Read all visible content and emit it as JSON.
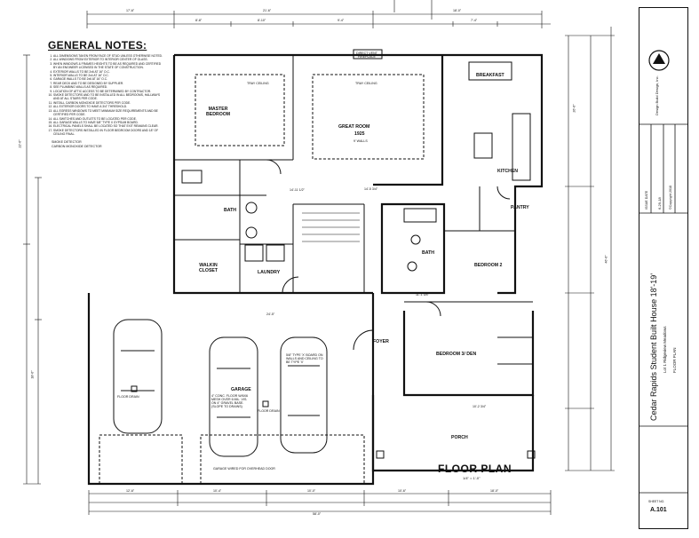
{
  "notes": {
    "title": "GENERAL NOTES:",
    "items": [
      "ALL DIMENSIONS TAKEN FROM FACE OF STUD UNLESS OTHERWISE NOTED.",
      "ALL WINDOWS FROM EXTERIOR TO INTERIOR CENTER OF GLASS.",
      "WHEN WINDOWS & FRAMES HEIGHTS TO BE AS REQUIRED AND CERTIFIED BY AN ENGINEER LICENSED IN THE STATE OF CONSTRUCTION.",
      "EXTERIOR WALLS TO BE 2x6 AT 16\" O.C.",
      "INTERIOR WALLS TO BE 2x4 AT 16\" O.C.",
      "GARAGE WALLS TO BE 2x6 AT 16\" O.C.",
      "REAR DECK AND TO BE DESIGNED BY SUPPLIER.",
      "SEE PLUMBING WALLS AS REQUIRED.",
      "LOCATION OF ATTIC ACCESS TO BE DETERMINED BY CONTRACTOR.",
      "SMOKE DETECTORS AND TO BE INSTALLED IN ALL BEDROOMS, HALLWAYS AND AT ALL STAIRS PER CODE.",
      "INSTALL CARBON MONOXIDE DETECTORS PER CODE.",
      "ALL EXTERIOR DOORS TO HAVE A 3/4\" THRESHOLD.",
      "ALL EGRESS WINDOWS TO MEET MINIMUM SIZE REQUIREMENTS AND BE CERTIFIED PER CODE.",
      "ALL SWITCHES AND OUTLETS TO BE LOCATED PER CODE.",
      "ALL GARAGE WALLS TO HAVE 5/8\" TYPE X GYPSUM BOARD.",
      "ELECTRICAL PANELS SHALL BE LOCATED SO THAT EXIT REMAINS CLEAR.",
      "SMOKE DETECTORS INSTALLED IN FLOOR BEDROOM DOORS AND 18\" OF CEILING FINAL."
    ],
    "legend_1": "SMOKE DETECTOR",
    "legend_2": "CARBON MONOXIDE DETECTOR"
  },
  "rooms": {
    "master": "MASTER\nBEDROOM",
    "great_room": "GREAT ROOM",
    "great_room_area": "1925",
    "walls": "9' WALLS",
    "breakfast": "BREAKFAST",
    "kitchen": "KITCHEN",
    "pantry": "PANTRY",
    "bath1": "BATH",
    "bath2": "BATH",
    "walkin": "WALKIN\nCLOSET",
    "laundry": "LAUNDRY",
    "bedroom2": "BEDROOM 2",
    "bedroom3": "BEDROOM 3/ DEN",
    "foyer": "FOYER",
    "garage": "GARAGE",
    "porch": "PORCH",
    "fireplace": "DIRECT VENT\nFIREPLACE",
    "tray1": "TRAY CEILING",
    "tray2": "TRAY CEILING",
    "floor_drain1": "FLOOR DRAIN",
    "floor_drain2": "FLOOR DRAIN",
    "gar_note": "4\" CONC. FLOOR W/6X6\nMESH OVER 6 MIL. VIS.\nON 4\" GRAVEL BASE.\n(SLOPE TO DRAINS)",
    "door_note": "GARAGE WIRED FOR OVERHEAD DOOR",
    "sheet_note": "5/8\" TYPE 'X' BOARD ON\nWALLS AND CEILING TO\nBE TYPE 'X'"
  },
  "dims": {
    "top_1": "17'-6\"",
    "top_2": "21'-6\"",
    "top_3": "18'-0\"",
    "top_a": "8'-8\"",
    "top_b": "8'-10\"",
    "top_c": "9'-4\"",
    "top_d": "7'-4\"",
    "bottom_1": "12'-6\"",
    "bottom_2": "10'-4\"",
    "bottom_3": "10'-0\"",
    "bottom_4": "10'-6\"",
    "bottom_5": "18'-0\"",
    "bottom_total": "58'-0\"",
    "left_1": "22'-0\"",
    "left_2": "18'-0\"",
    "right_1": "26'-6\"",
    "right_2": "46'-6\"",
    "mid_1": "24'-5\"",
    "mid_2": "11'-1 3/4\"",
    "mid_3": "10'-2 3/4\"",
    "mid_4": "14'-5 3/4\"",
    "mid_5": "14'-11 1/2\""
  },
  "plan": {
    "title": "FLOOR PLAN",
    "scale": "1/4\" = 1'-0\""
  },
  "titleblock": {
    "firm": "Design Build Design, Inc.",
    "project": "Cedar Rapids Student Built House 18'-19'",
    "lot": "Lot 1 Ridgeview Meadows",
    "sheet_title": "FLOOR PLAN",
    "date_label": "ISSUE DATE",
    "date": "6-29-18",
    "copyright": "©Copyright 2018",
    "sheet_no_label": "SHEET NO.",
    "sheet_no": "A.101"
  }
}
